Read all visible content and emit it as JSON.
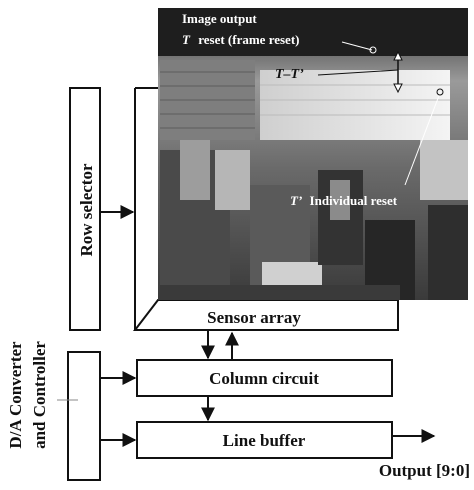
{
  "diagram": {
    "row_selector": "Row selector",
    "sensor_array": "Sensor array",
    "column_circuit": "Column circuit",
    "line_buffer": "Line buffer",
    "output": "Output [9:0]",
    "controller_line1": "D/A Converter",
    "controller_line2": "and Controller"
  },
  "photo": {
    "image_output": "Image output",
    "t_reset_symbol": "T",
    "t_reset_text": "reset (frame reset)",
    "t_minus_t": "T–T’",
    "t_prime_symbol": "T’",
    "t_prime_text": "Individual reset"
  },
  "colors": {
    "line": "#111111",
    "photo_dark": "#1e1e1e",
    "photo_mid": "#6b6b6b",
    "photo_light": "#d9d9d9",
    "label_on_photo": "#ffffff"
  }
}
